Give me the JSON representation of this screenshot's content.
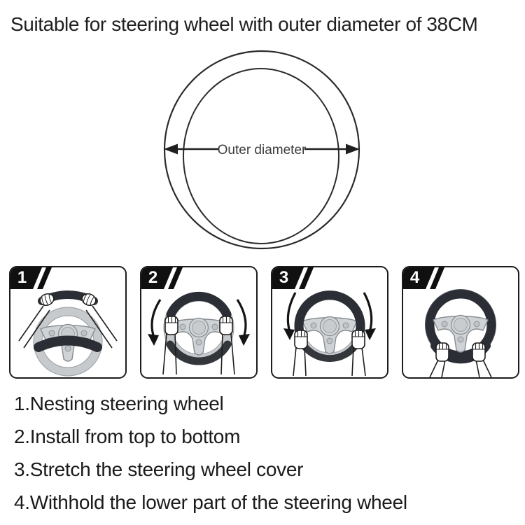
{
  "title": "Suitable for steering wheel with outer diameter of 38CM",
  "diagram": {
    "label": "Outer diameter"
  },
  "steps": [
    {
      "number": "1"
    },
    {
      "number": "2"
    },
    {
      "number": "3"
    },
    {
      "number": "4"
    }
  ],
  "instructions": [
    "1.Nesting steering wheel",
    "2.Install from top to bottom",
    "3.Stretch the steering wheel cover",
    "4.Withhold the lower part of the steering wheel"
  ],
  "icons": {
    "step_badge": "black corner ribbon with diagonal slash",
    "diameter_arrow": "double-headed horizontal arrow",
    "steering_wheel": "steering wheel with cover",
    "hand": "gripping hand",
    "curved_arrow": "curved downward arrow"
  },
  "colors": {
    "cover_dark": "#2b2f35",
    "rim_gray": "#c7cacd",
    "hub_gray": "#cfd3d6",
    "badge_black": "#101010",
    "line_dark": "#1f1f1f",
    "text": "#1a1a1a"
  }
}
